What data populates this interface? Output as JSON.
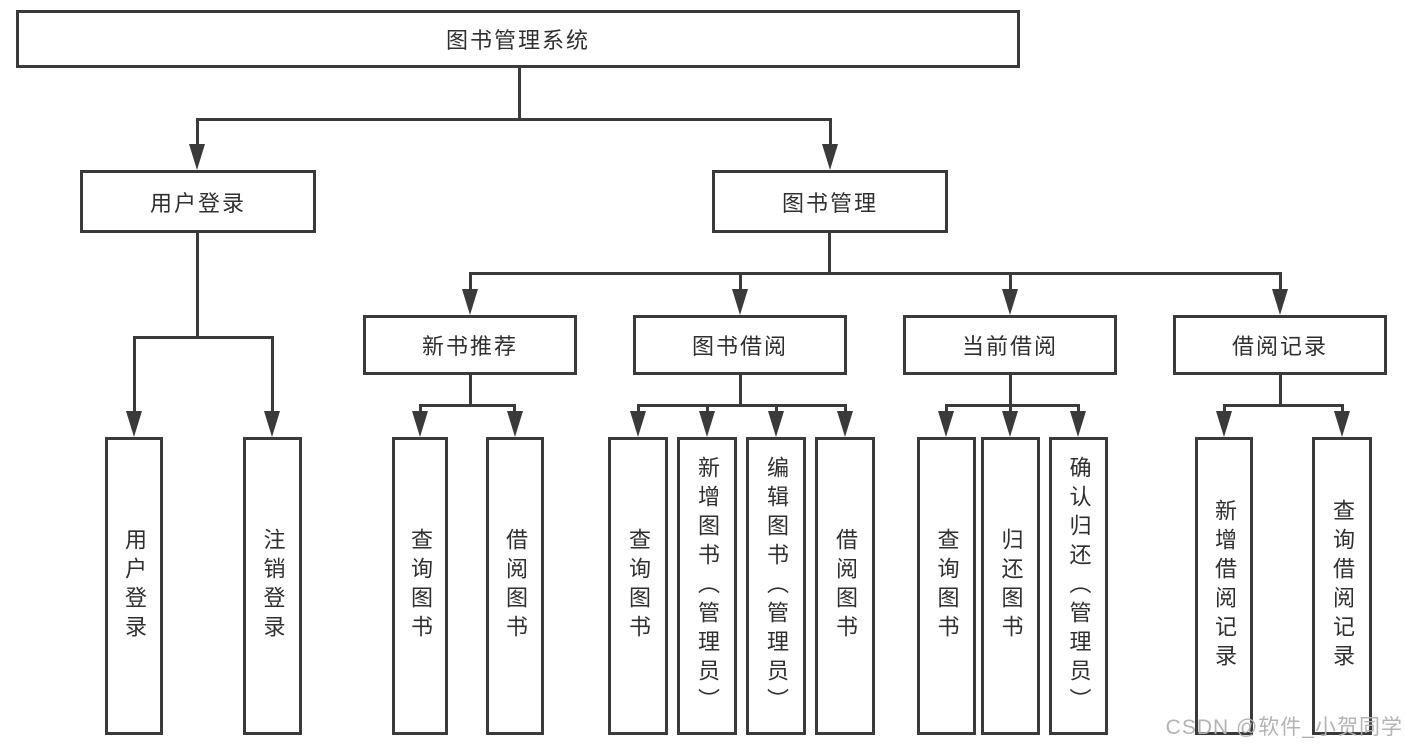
{
  "diagram_type": "hierarchy-tree",
  "colors": {
    "line": "#3a3a3a",
    "box_border": "#3a3a3a",
    "text": "#2f2f2f",
    "background": "#ffffff",
    "watermark": "#b3b3b3"
  },
  "tree": {
    "root": {
      "label": "图书管理系统"
    },
    "branches": [
      {
        "label": "用户登录",
        "children": [
          {
            "label": "用户登录"
          },
          {
            "label": "注销登录"
          }
        ]
      },
      {
        "label": "图书管理",
        "children": [
          {
            "label": "新书推荐",
            "children": [
              {
                "label": "查询图书"
              },
              {
                "label": "借阅图书"
              }
            ]
          },
          {
            "label": "图书借阅",
            "children": [
              {
                "label": "查询图书"
              },
              {
                "label": "新增图书（管理员）"
              },
              {
                "label": "编辑图书（管理员）"
              },
              {
                "label": "借阅图书"
              }
            ]
          },
          {
            "label": "当前借阅",
            "children": [
              {
                "label": "查询图书"
              },
              {
                "label": "归还图书"
              },
              {
                "label": "确认归还（管理员）"
              }
            ]
          },
          {
            "label": "借阅记录",
            "children": [
              {
                "label": "新增借阅记录"
              },
              {
                "label": "查询借阅记录"
              }
            ]
          }
        ]
      }
    ]
  },
  "watermark": "CSDN @软件_小贺同学"
}
